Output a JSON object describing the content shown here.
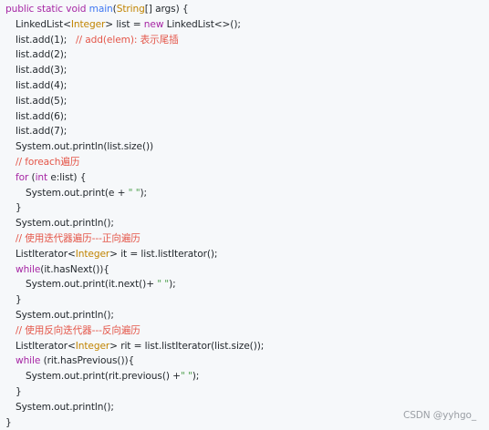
{
  "code": {
    "l01": {
      "a": "public static void ",
      "b": "main",
      "c": "(",
      "d": "String",
      "e": "[] args) {"
    },
    "l02": {
      "a": "LinkedList<",
      "b": "Integer",
      "c": "> list = ",
      "d": "new",
      "e": " LinkedList<>();"
    },
    "l03": {
      "a": "list.add(1);   ",
      "b": "// add(elem): 表示尾插"
    },
    "l04": "list.add(2);",
    "l05": "list.add(3);",
    "l06": "list.add(4);",
    "l07": "list.add(5);",
    "l08": "list.add(6);",
    "l09": "list.add(7);",
    "l10": "System.out.println(list.size())",
    "l11": "// foreach遍历",
    "l12": {
      "a": "for",
      "b": " (",
      "c": "int",
      "d": " e:list) {"
    },
    "l13": {
      "a": "System.out.print(e + ",
      "b": "\" \"",
      "c": ");"
    },
    "l14": "}",
    "l15": "System.out.println();",
    "l16": "// 使用迭代器遍历---正向遍历",
    "l17": {
      "a": "ListIterator<",
      "b": "Integer",
      "c": "> it = list.listIterator();"
    },
    "l18": {
      "a": "while",
      "b": "(it.hasNext()){"
    },
    "l19": {
      "a": "System.out.print(it.next()+ ",
      "b": "\" \"",
      "c": ");"
    },
    "l20": "}",
    "l21": "System.out.println();",
    "l22": "// 使用反向迭代器---反向遍历",
    "l23": {
      "a": "ListIterator<",
      "b": "Integer",
      "c": "> rit = list.listIterator(list.size());"
    },
    "l24": {
      "a": "while",
      "b": " (rit.hasPrevious()){"
    },
    "l25": {
      "a": "System.out.print(rit.previous() +",
      "b": "\" \"",
      "c": ");"
    },
    "l26": "}",
    "l27": "System.out.println();",
    "l28": "}"
  },
  "watermark": "CSDN @yyhgo_",
  "colors": {
    "background": "#f6f8fa",
    "keyword": "#a626a4",
    "function": "#4078f2",
    "type": "#c18401",
    "comment": "#e45649",
    "string": "#50a14f",
    "watermark": "#8a8f96"
  }
}
